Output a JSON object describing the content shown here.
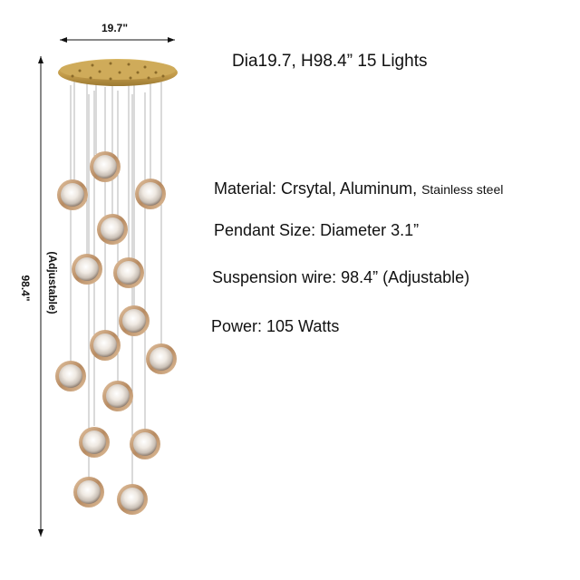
{
  "dimensions": {
    "width_label": "19.7\"",
    "height_label": "98.4\"",
    "adjustable_label": "(Adjustable)"
  },
  "headline": "Dia19.7, H98.4”  15 Lights",
  "specs": {
    "material_label": "Material: ",
    "material_main": "Crsytal, Aluminum, ",
    "material_small": "Stainless steel",
    "pendant": "Pendant Size: Diameter 3.1”",
    "wire": "Suspension wire:  98.4”  (Adjustable)",
    "power": "Power: 105 Watts"
  },
  "colors": {
    "canopy": "#c9a456",
    "wire": "#b9b9b9",
    "crystal_rim": "#c8a27a",
    "text": "#111111"
  }
}
